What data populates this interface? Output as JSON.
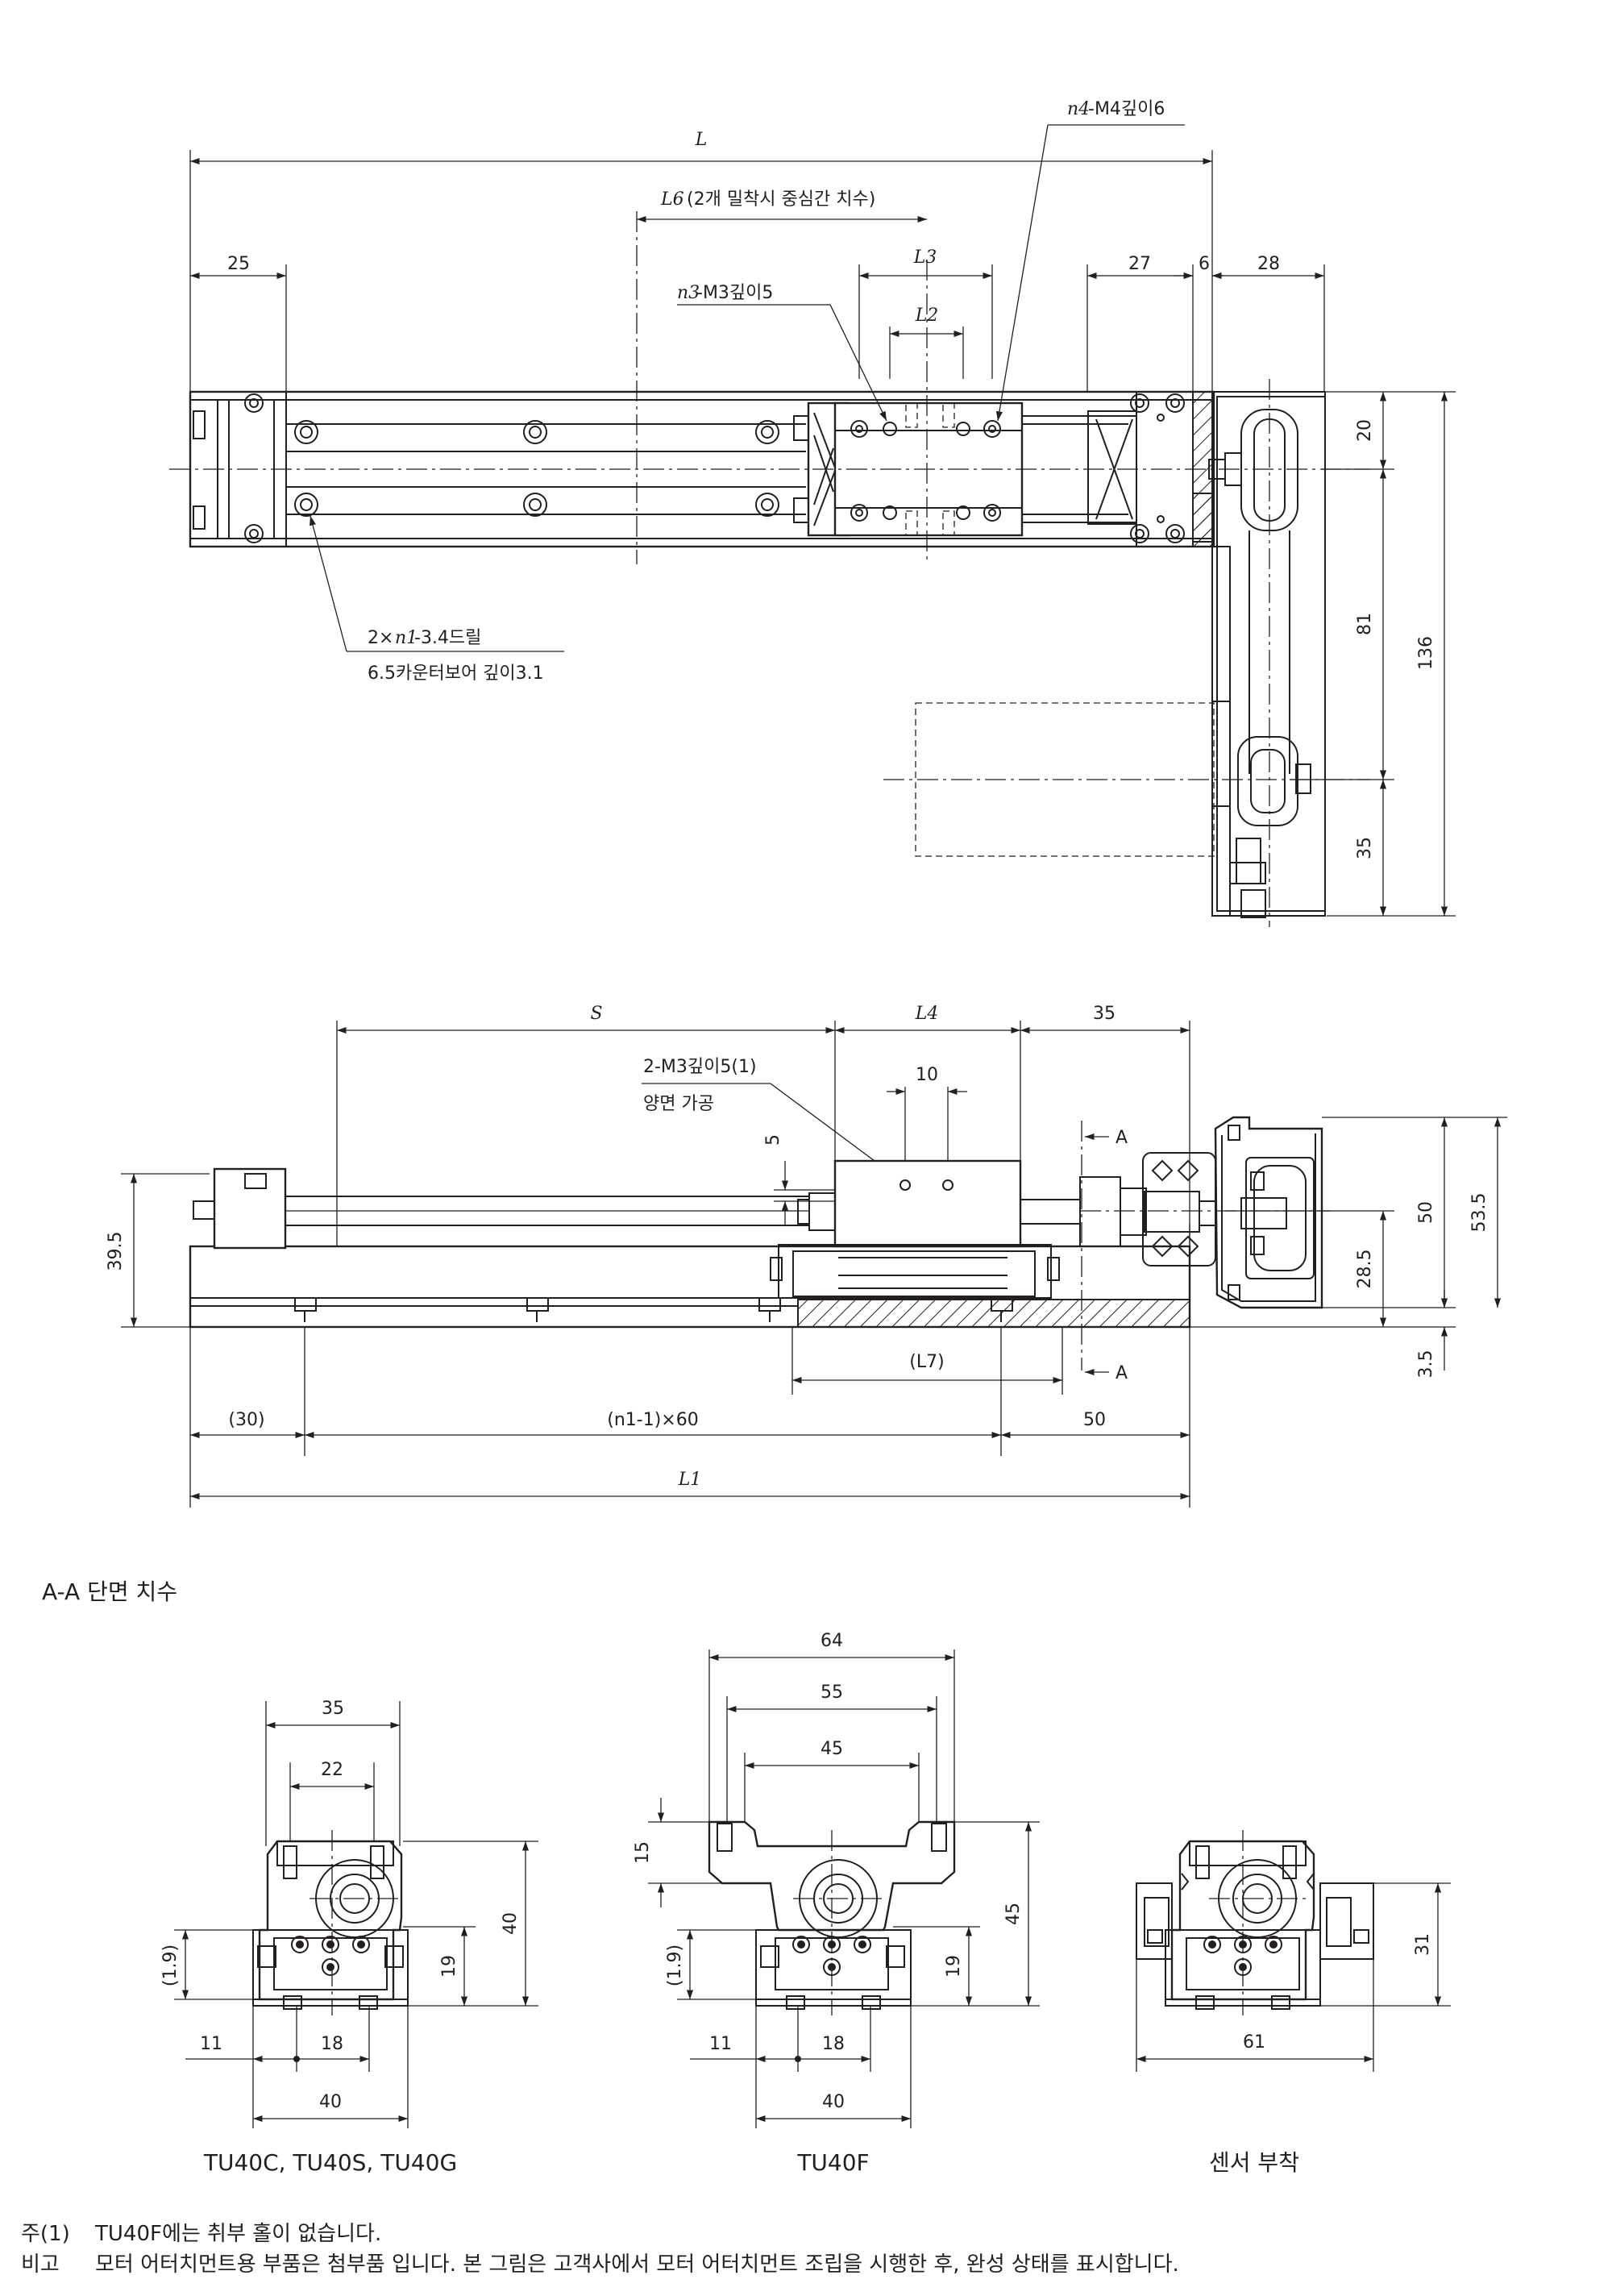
{
  "top_view": {
    "dim_L": "L",
    "dim_L6": "L6",
    "dim_L6_note": "(2개 밀착시 중심간 치수)",
    "dim_L3": "L3",
    "dim_L2": "L2",
    "dim_25": "25",
    "dim_27": "27",
    "dim_6": "6",
    "dim_28": "28",
    "dim_20": "20",
    "dim_81": "81",
    "dim_136": "136",
    "dim_35": "35",
    "callout_n4_sym": "n4",
    "callout_n4_text": "-M4깊이6",
    "callout_n3_sym": "n3",
    "callout_n3_text": "-M3깊이5",
    "callout_drill_line1_a": "2×",
    "callout_drill_line1_sym": "n1",
    "callout_drill_line1_b": "-3.4드릴",
    "callout_drill_line2": "6.5카운터보어 깊이3.1"
  },
  "side_view": {
    "dim_S": "S",
    "dim_L4": "L4",
    "dim_35": "35",
    "callout_tap_line1": "2-M3깊이5(1)",
    "callout_tap_line2": "양면 가공",
    "dim_10": "10",
    "dim_5": "5",
    "dim_39_5": "39.5",
    "dim_50_v": "50",
    "dim_53_5": "53.5",
    "dim_28_5": "28.5",
    "dim_3_5": "3.5",
    "section_A": "A",
    "dim_L7": "(L7)",
    "dim_30": "(30)",
    "dim_pitch": "(n1-1)×60",
    "dim_50_h": "50",
    "dim_L1": "L1"
  },
  "section": {
    "title": "A-A 단면 치수",
    "v1": {
      "caption": "TU40C, TU40S, TU40G",
      "dim_35": "35",
      "dim_22": "22",
      "dim_1_9": "(1.9)",
      "dim_19": "19",
      "dim_40_v": "40",
      "dim_11": "11",
      "dim_18": "18",
      "dim_40_h": "40"
    },
    "v2": {
      "caption": "TU40F",
      "dim_64": "64",
      "dim_55": "55",
      "dim_45_h": "45",
      "dim_15": "15",
      "dim_1_9": "(1.9)",
      "dim_19": "19",
      "dim_45_v": "45",
      "dim_11": "11",
      "dim_18": "18",
      "dim_40_h": "40"
    },
    "v3": {
      "caption": "센서 부착",
      "dim_31": "31",
      "dim_61": "61"
    }
  },
  "notes": [
    {
      "key": "주(1)",
      "text": "TU40F에는 취부 홀이 없습니다."
    },
    {
      "key": "비고",
      "text": "모터 어터치먼트용 부품은 첨부품 입니다. 본 그림은 고객사에서 모터 어터치먼트 조립을 시행한 후, 완성 상태를 표시합니다."
    }
  ]
}
